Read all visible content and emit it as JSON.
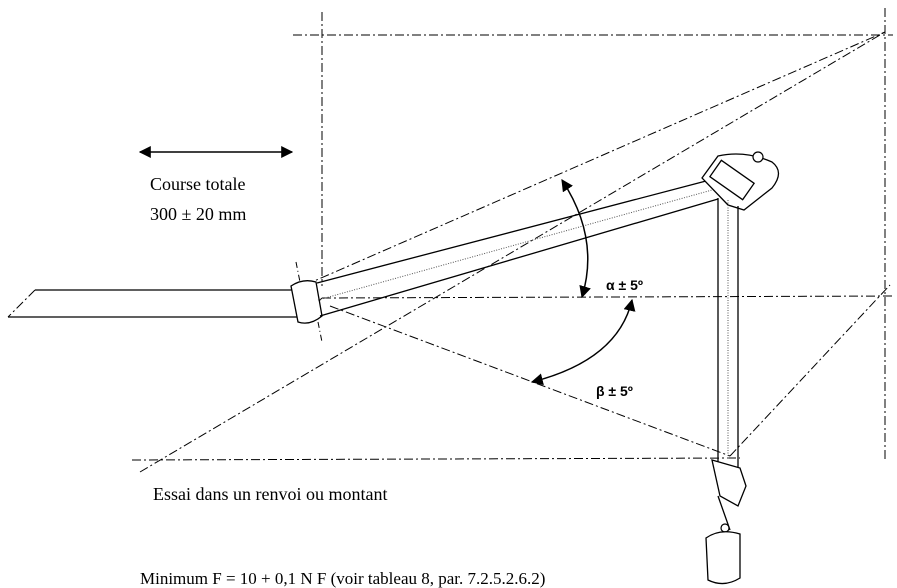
{
  "labels": {
    "course_line1": "Course totale",
    "course_line2": "300 ± 20 mm",
    "alpha": "α  ±  5º",
    "beta": "β  ±  5º",
    "essai": "Essai dans un renvoi ou montant",
    "minimum": "Minimum F = 10 + 0,1 N F (voir tableau 8, par. 7.2.5.2.6.2)"
  },
  "colors": {
    "ink": "#000000",
    "background": "#ffffff"
  }
}
